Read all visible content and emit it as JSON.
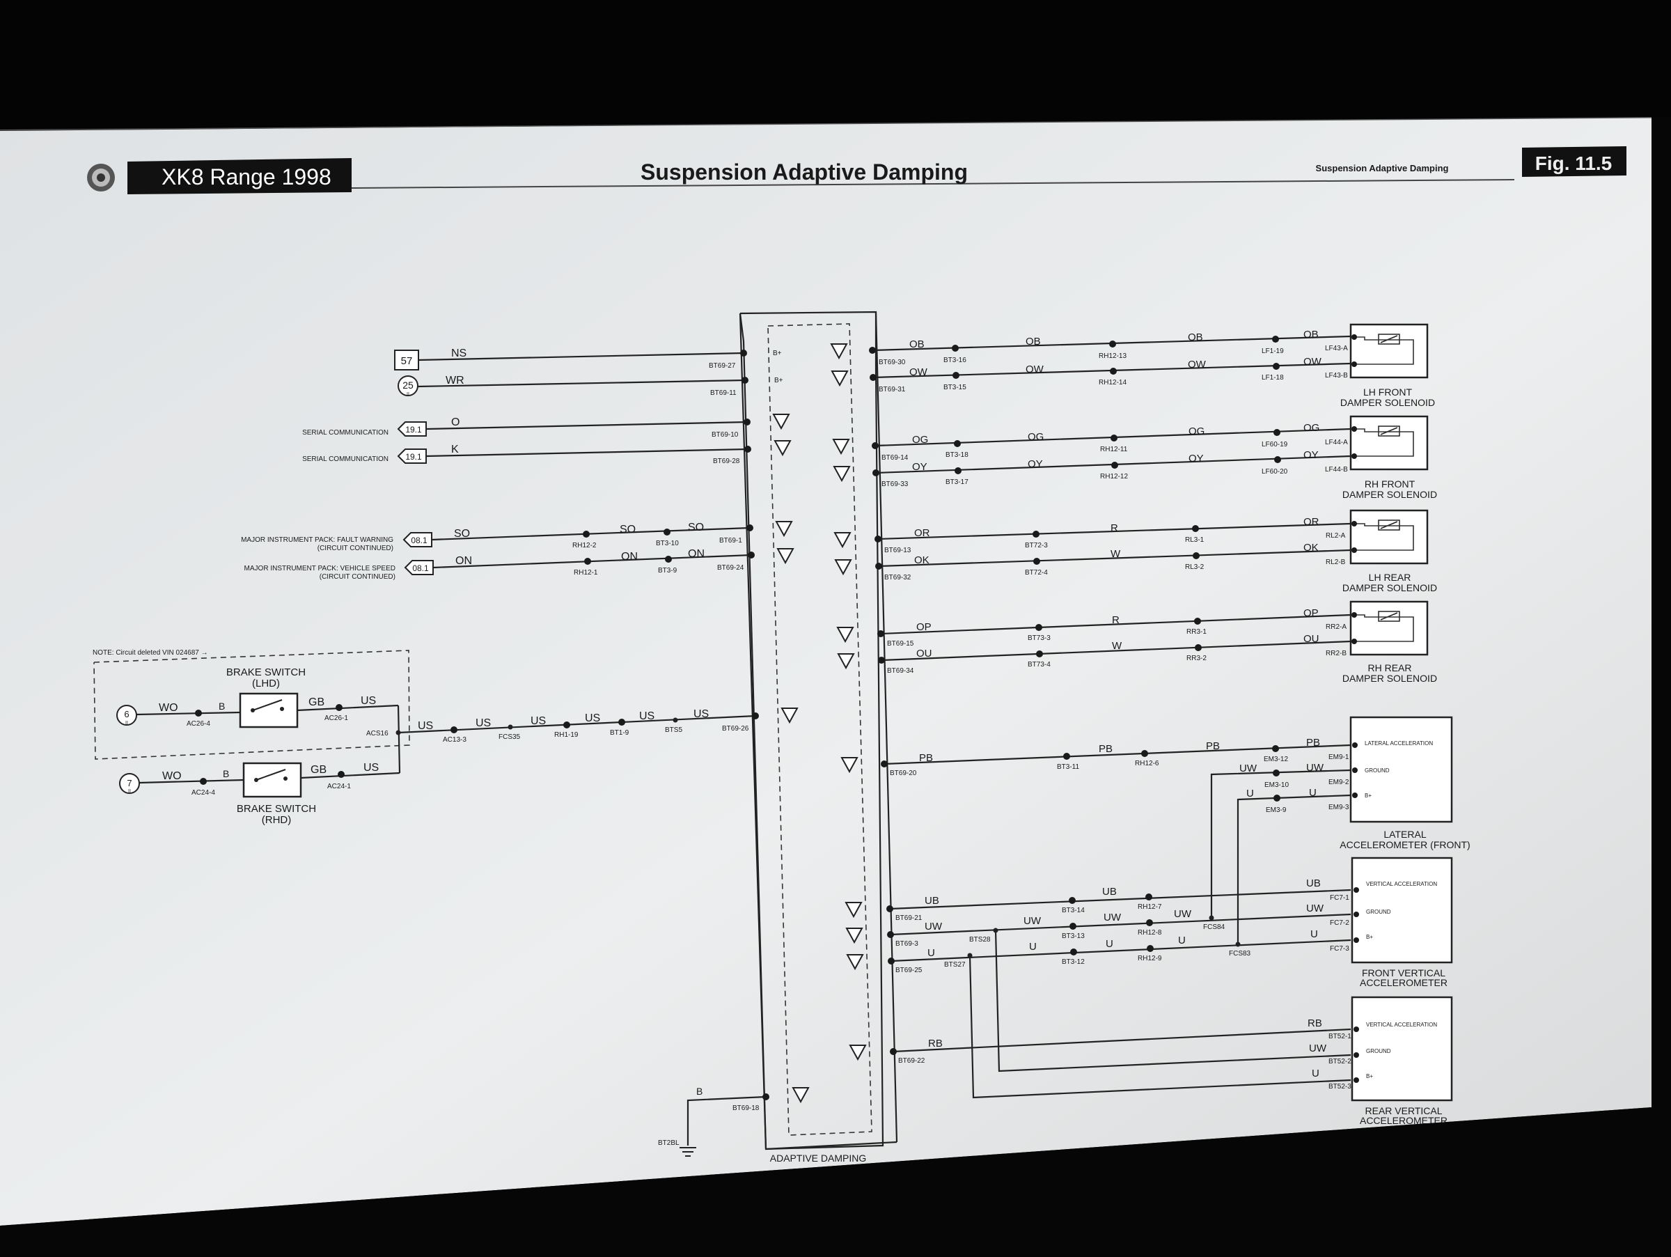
{
  "header": {
    "range_title": "XK8 Range 1998",
    "main_title": "Suspension Adaptive Damping",
    "small_title": "Suspension Adaptive Damping",
    "fig_label": "Fig. 11.5",
    "logo_icon": "jaguar-emblem-icon"
  },
  "left_inputs": [
    {
      "ref": "57",
      "label": "",
      "wire": "NS",
      "pin": "BT69-27",
      "term": "B+"
    },
    {
      "ref": "25",
      "sub": "II",
      "label": "",
      "wire": "WR",
      "pin": "BT69-11",
      "term": "B+"
    },
    {
      "ref": "19.1",
      "label": "SERIAL COMMUNICATION",
      "wire": "O",
      "pin": "BT69-10"
    },
    {
      "ref": "19.1",
      "label": "SERIAL COMMUNICATION",
      "wire": "K",
      "pin": "BT69-28"
    },
    {
      "ref": "08.1",
      "label": "MAJOR INSTRUMENT PACK: FAULT WARNING",
      "label2": "(CIRCUIT CONTINUED)",
      "wire": "SO",
      "wire2": "SO",
      "wire3": "SO",
      "c1": "RH12-2",
      "c2": "BT3-10",
      "pin": "BT69-1"
    },
    {
      "ref": "08.1",
      "label": "MAJOR INSTRUMENT PACK: VEHICLE SPEED",
      "label2": "(CIRCUIT CONTINUED)",
      "wire": "ON",
      "wire2": "ON",
      "wire3": "ON",
      "c1": "RH12-1",
      "c2": "BT3-9",
      "pin": "BT69-24"
    }
  ],
  "brake": {
    "note": "NOTE: Circuit deleted VIN 024687 →",
    "lhd_title": "BRAKE SWITCH",
    "lhd_sub": "(LHD)",
    "rhd_title": "BRAKE SWITCH",
    "rhd_sub": "(RHD)",
    "lhd_ref": "6",
    "rhd_ref": "7",
    "ref_sub": "II",
    "wire_wo": "WO",
    "wire_b": "B",
    "wire_gb": "GB",
    "wire_us": "US",
    "ac26_4": "AC26-4",
    "ac26_1": "AC26-1",
    "ac24_4": "AC24-4",
    "ac24_1": "AC24-1",
    "acs16": "ACS16",
    "chain": [
      "US",
      "US",
      "US",
      "US",
      "US",
      "US"
    ],
    "chain_conn": [
      "AC13-3",
      "FCS35",
      "RH1-19",
      "BT1-9",
      "BTS5",
      "BT69-26"
    ]
  },
  "dampers": [
    {
      "title": "LH FRONT",
      "sub": "DAMPER SOLENOID",
      "w1": "OB",
      "w2": "OW",
      "p1": "BT69-30",
      "p2": "BT69-31",
      "c1a": "BT3-16",
      "c1b": "BT3-15",
      "c2a": "RH12-13",
      "c2b": "RH12-14",
      "c3a": "LF1-19",
      "c3b": "LF1-18",
      "ta": "LF43-A",
      "tb": "LF43-B"
    },
    {
      "title": "RH FRONT",
      "sub": "DAMPER SOLENOID",
      "w1": "OG",
      "w2": "OY",
      "p1": "BT69-14",
      "p2": "BT69-33",
      "c1a": "BT3-18",
      "c1b": "BT3-17",
      "c2a": "RH12-11",
      "c2b": "RH12-12",
      "c3a": "LF60-19",
      "c3b": "LF60-20",
      "ta": "LF44-A",
      "tb": "LF44-B"
    },
    {
      "title": "LH REAR",
      "sub": "DAMPER SOLENOID",
      "w1": "OR",
      "w2": "OK",
      "w1b": "R",
      "w2b": "W",
      "p1": "BT69-13",
      "p2": "BT69-32",
      "c1a": "BT72-3",
      "c1b": "BT72-4",
      "c2a": "RL3-1",
      "c2b": "RL3-2",
      "ta": "RL2-A",
      "tb": "RL2-B"
    },
    {
      "title": "RH REAR",
      "sub": "DAMPER SOLENOID",
      "w1": "OP",
      "w2": "OU",
      "w1b": "R",
      "w2b": "W",
      "p1": "BT69-15",
      "p2": "BT69-34",
      "c1a": "BT73-3",
      "c1b": "BT73-4",
      "c2a": "RR3-1",
      "c2b": "RR3-2",
      "ta": "RR2-A",
      "tb": "RR2-B"
    }
  ],
  "accels": {
    "lateral": {
      "title": "LATERAL",
      "sub": "ACCELEROMETER (FRONT)",
      "sig": "LATERAL ACCELERATION",
      "gnd": "GROUND",
      "bp": "B+",
      "pin": "BT69-20",
      "w": "PB",
      "c1": "BT3-11",
      "c2": "RH12-6",
      "c3": "EM3-12",
      "c4": "EM3-10",
      "c5": "EM3-9",
      "t1": "EM9-1",
      "t2": "EM9-2",
      "t3": "EM9-3",
      "w_uw": "UW",
      "w_u": "U"
    },
    "front": {
      "title": "FRONT VERTICAL",
      "sub": "ACCELEROMETER",
      "sig": "VERTICAL ACCELERATION",
      "gnd": "GROUND",
      "bp": "B+",
      "p1": "BT69-21",
      "p2": "BT69-3",
      "p3": "BT69-25",
      "w1": "UB",
      "w2": "UW",
      "w3": "U",
      "c1a": "BT3-14",
      "c1b": "BT3-13",
      "c1c": "BT3-12",
      "c2a": "RH12-7",
      "c2b": "RH12-8",
      "c2c": "RH12-9",
      "s1": "FCS84",
      "s2": "FCS83",
      "s3": "BTS28",
      "s4": "BTS27",
      "t1": "FC7-1",
      "t2": "FC7-2",
      "t3": "FC7-3"
    },
    "rear": {
      "title": "REAR VERTICAL",
      "sub": "ACCELEROMETER",
      "sig": "VERTICAL ACCELERATION",
      "gnd": "GROUND",
      "bp": "B+",
      "pin": "BT69-22",
      "w1": "RB",
      "w2": "UW",
      "w3": "U",
      "t1": "BT52-1",
      "t2": "BT52-2",
      "t3": "BT52-3"
    }
  },
  "module": {
    "label": "ADAPTIVE DAMPING",
    "ground_wire": "B",
    "ground_pin": "BT69-18",
    "ground_conn": "BT2BL"
  }
}
